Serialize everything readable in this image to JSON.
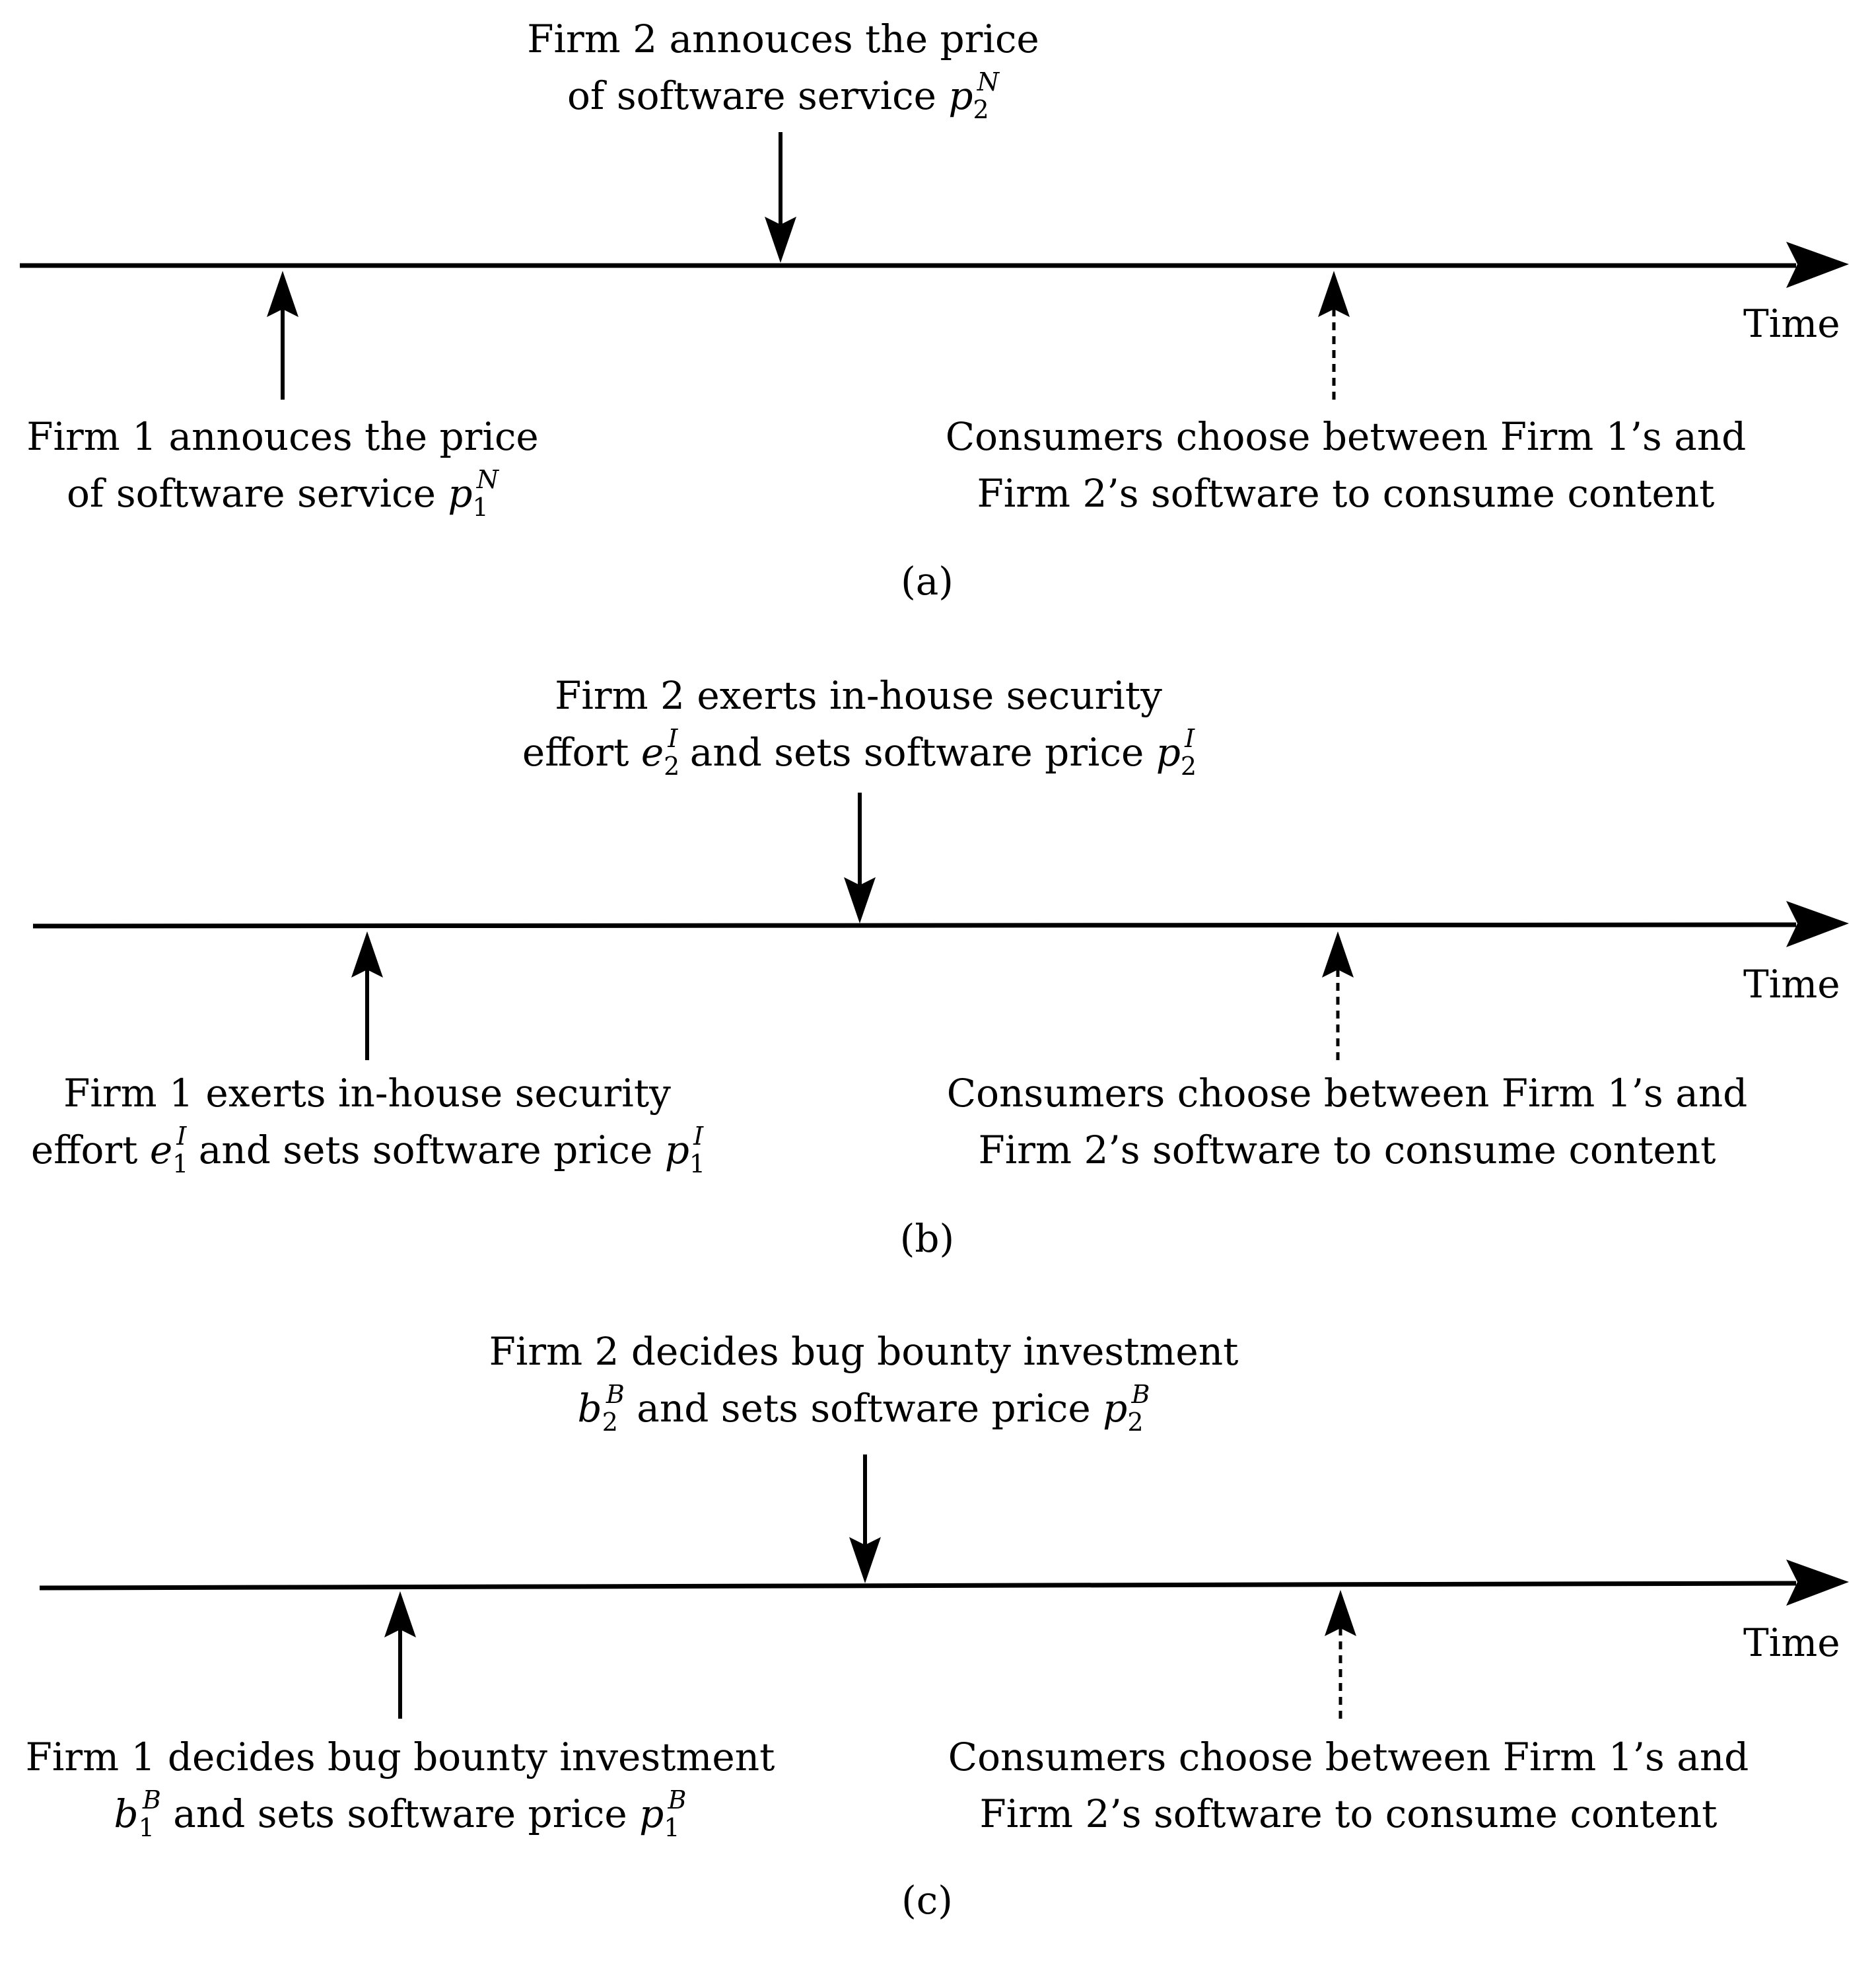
{
  "time_label": "Time",
  "panels": [
    {
      "caption": "(a)",
      "top": {
        "line1": "Firm 2 annouces the price",
        "line2_prefix": "of software service ",
        "line2_var": "p",
        "line2_sub": "2",
        "line2_sup": "N",
        "line2_mid": "",
        "line2_var2": "",
        "line2_sub2": "",
        "line2_sup2": ""
      },
      "bottom_left": {
        "line1": "Firm 1 annouces the price",
        "line2_prefix": "of software service ",
        "line2_var": "p",
        "line2_sub": "1",
        "line2_sup": "N",
        "line2_mid": "",
        "line2_var2": "",
        "line2_sub2": "",
        "line2_sup2": ""
      },
      "bottom_right": {
        "line1": "Consumers choose between Firm 1’s and",
        "line2": "Firm 2’s software to consume content"
      }
    },
    {
      "caption": "(b)",
      "top": {
        "line1": "Firm 2 exerts in-house security",
        "line2_prefix": "effort ",
        "line2_var": "e",
        "line2_sub": "2",
        "line2_sup": "I",
        "line2_mid": " and sets software price ",
        "line2_var2": "p",
        "line2_sub2": "2",
        "line2_sup2": "I"
      },
      "bottom_left": {
        "line1": "Firm 1 exerts in-house security",
        "line2_prefix": "effort ",
        "line2_var": "e",
        "line2_sub": "1",
        "line2_sup": "I",
        "line2_mid": " and sets software price ",
        "line2_var2": "p",
        "line2_sub2": "1",
        "line2_sup2": "I"
      },
      "bottom_right": {
        "line1": "Consumers choose between Firm 1’s and",
        "line2": "Firm 2’s software to consume content"
      }
    },
    {
      "caption": "(c)",
      "top": {
        "line1": "Firm 2 decides bug bounty investment",
        "line2_prefix": "",
        "line2_var": "b",
        "line2_sub": "2",
        "line2_sup": "B",
        "line2_mid": " and sets software price ",
        "line2_var2": "p",
        "line2_sub2": "2",
        "line2_sup2": "B"
      },
      "bottom_left": {
        "line1": "Firm 1 decides bug bounty investment",
        "line2_prefix": "",
        "line2_var": "b",
        "line2_sub": "1",
        "line2_sup": "B",
        "line2_mid": " and sets software price ",
        "line2_var2": "p",
        "line2_sub2": "1",
        "line2_sup2": "B"
      },
      "bottom_right": {
        "line1": "Consumers choose between Firm 1’s and",
        "line2": "Firm 2’s software to consume content"
      }
    }
  ]
}
